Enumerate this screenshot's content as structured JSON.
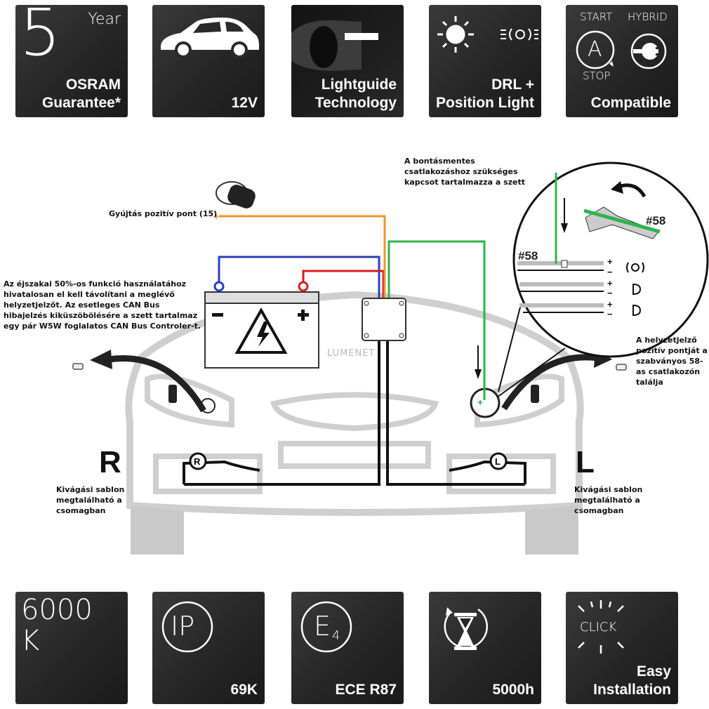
{
  "top_tiles": [
    {
      "big": "5",
      "small": "Year",
      "line1": "OSRAM",
      "line2": "Guarantee*",
      "icon": "number-icon"
    },
    {
      "line1": "",
      "line2": "12V",
      "icon": "car-icon"
    },
    {
      "line1": "Lightguide",
      "line2": "Technology",
      "icon": "lightguide-icon"
    },
    {
      "line1": "DRL +",
      "line2": "Position Light",
      "icon": "sun-drl-icon"
    },
    {
      "label_start": "START",
      "label_hybrid": "HYBRID",
      "label_stop": "STOP",
      "letter_a": "A",
      "line1": "",
      "line2": "Compatible",
      "icon": "start-stop-hybrid-icon"
    }
  ],
  "bottom_tiles": [
    {
      "big1": "6000",
      "big2": "K",
      "line1": "",
      "line2": "",
      "icon": "color-temp-icon"
    },
    {
      "symbol": "IP",
      "line1": "",
      "line2": "69K",
      "icon": "ip-rating-icon"
    },
    {
      "symbol": "E",
      "sub": "4",
      "line1": "",
      "line2": "ECE R87",
      "icon": "ece-mark-icon"
    },
    {
      "line1": "",
      "line2": "5000h",
      "icon": "hourglass-icon"
    },
    {
      "click": "CLICK",
      "line1": "Easy",
      "line2": "Installation",
      "icon": "click-icon"
    }
  ],
  "diagram": {
    "ignition_label": "Gyújtás pozitív pont (15)",
    "connector_note": [
      "A bontásmentes",
      "csatlakozáshoz szükséges",
      "kapcsot tartalmazza a szett"
    ],
    "left_note": [
      "Az éjszakai 50%-os funkció használatához",
      "hivatalosan el kell távolítani a meglévő",
      "helyzetjelzőt. Az esetleges CAN Bus",
      "hibajelzés kiküszöbölésére a szett tartalmaz",
      "egy pár W5W foglalatos CAN Bus Controler-t."
    ],
    "right_note": [
      "A helyzetjelző",
      "pozitív pontját a",
      "szabványos 58-",
      "as csatlakozón",
      "találja"
    ],
    "template_note_left": [
      "Kivágási sablon",
      "megtalálható a",
      "csomagban"
    ],
    "template_note_right": [
      "Kivágási sablon",
      "megtalálható a",
      "csomagban"
    ],
    "side_left": "R",
    "side_right": "L",
    "badge_left": "R",
    "badge_right": "L",
    "pin58_a": "#58",
    "pin58_b": "#58",
    "plus": "+",
    "minus": "−",
    "watermark": "LUMENET"
  },
  "colors": {
    "wire_orange": "#f0932f",
    "wire_green": "#2fb34a",
    "wire_blue": "#2c3fb8",
    "wire_red": "#d81e1e",
    "tile_dark": "#262626",
    "car_gray": "#c9c9c9"
  }
}
